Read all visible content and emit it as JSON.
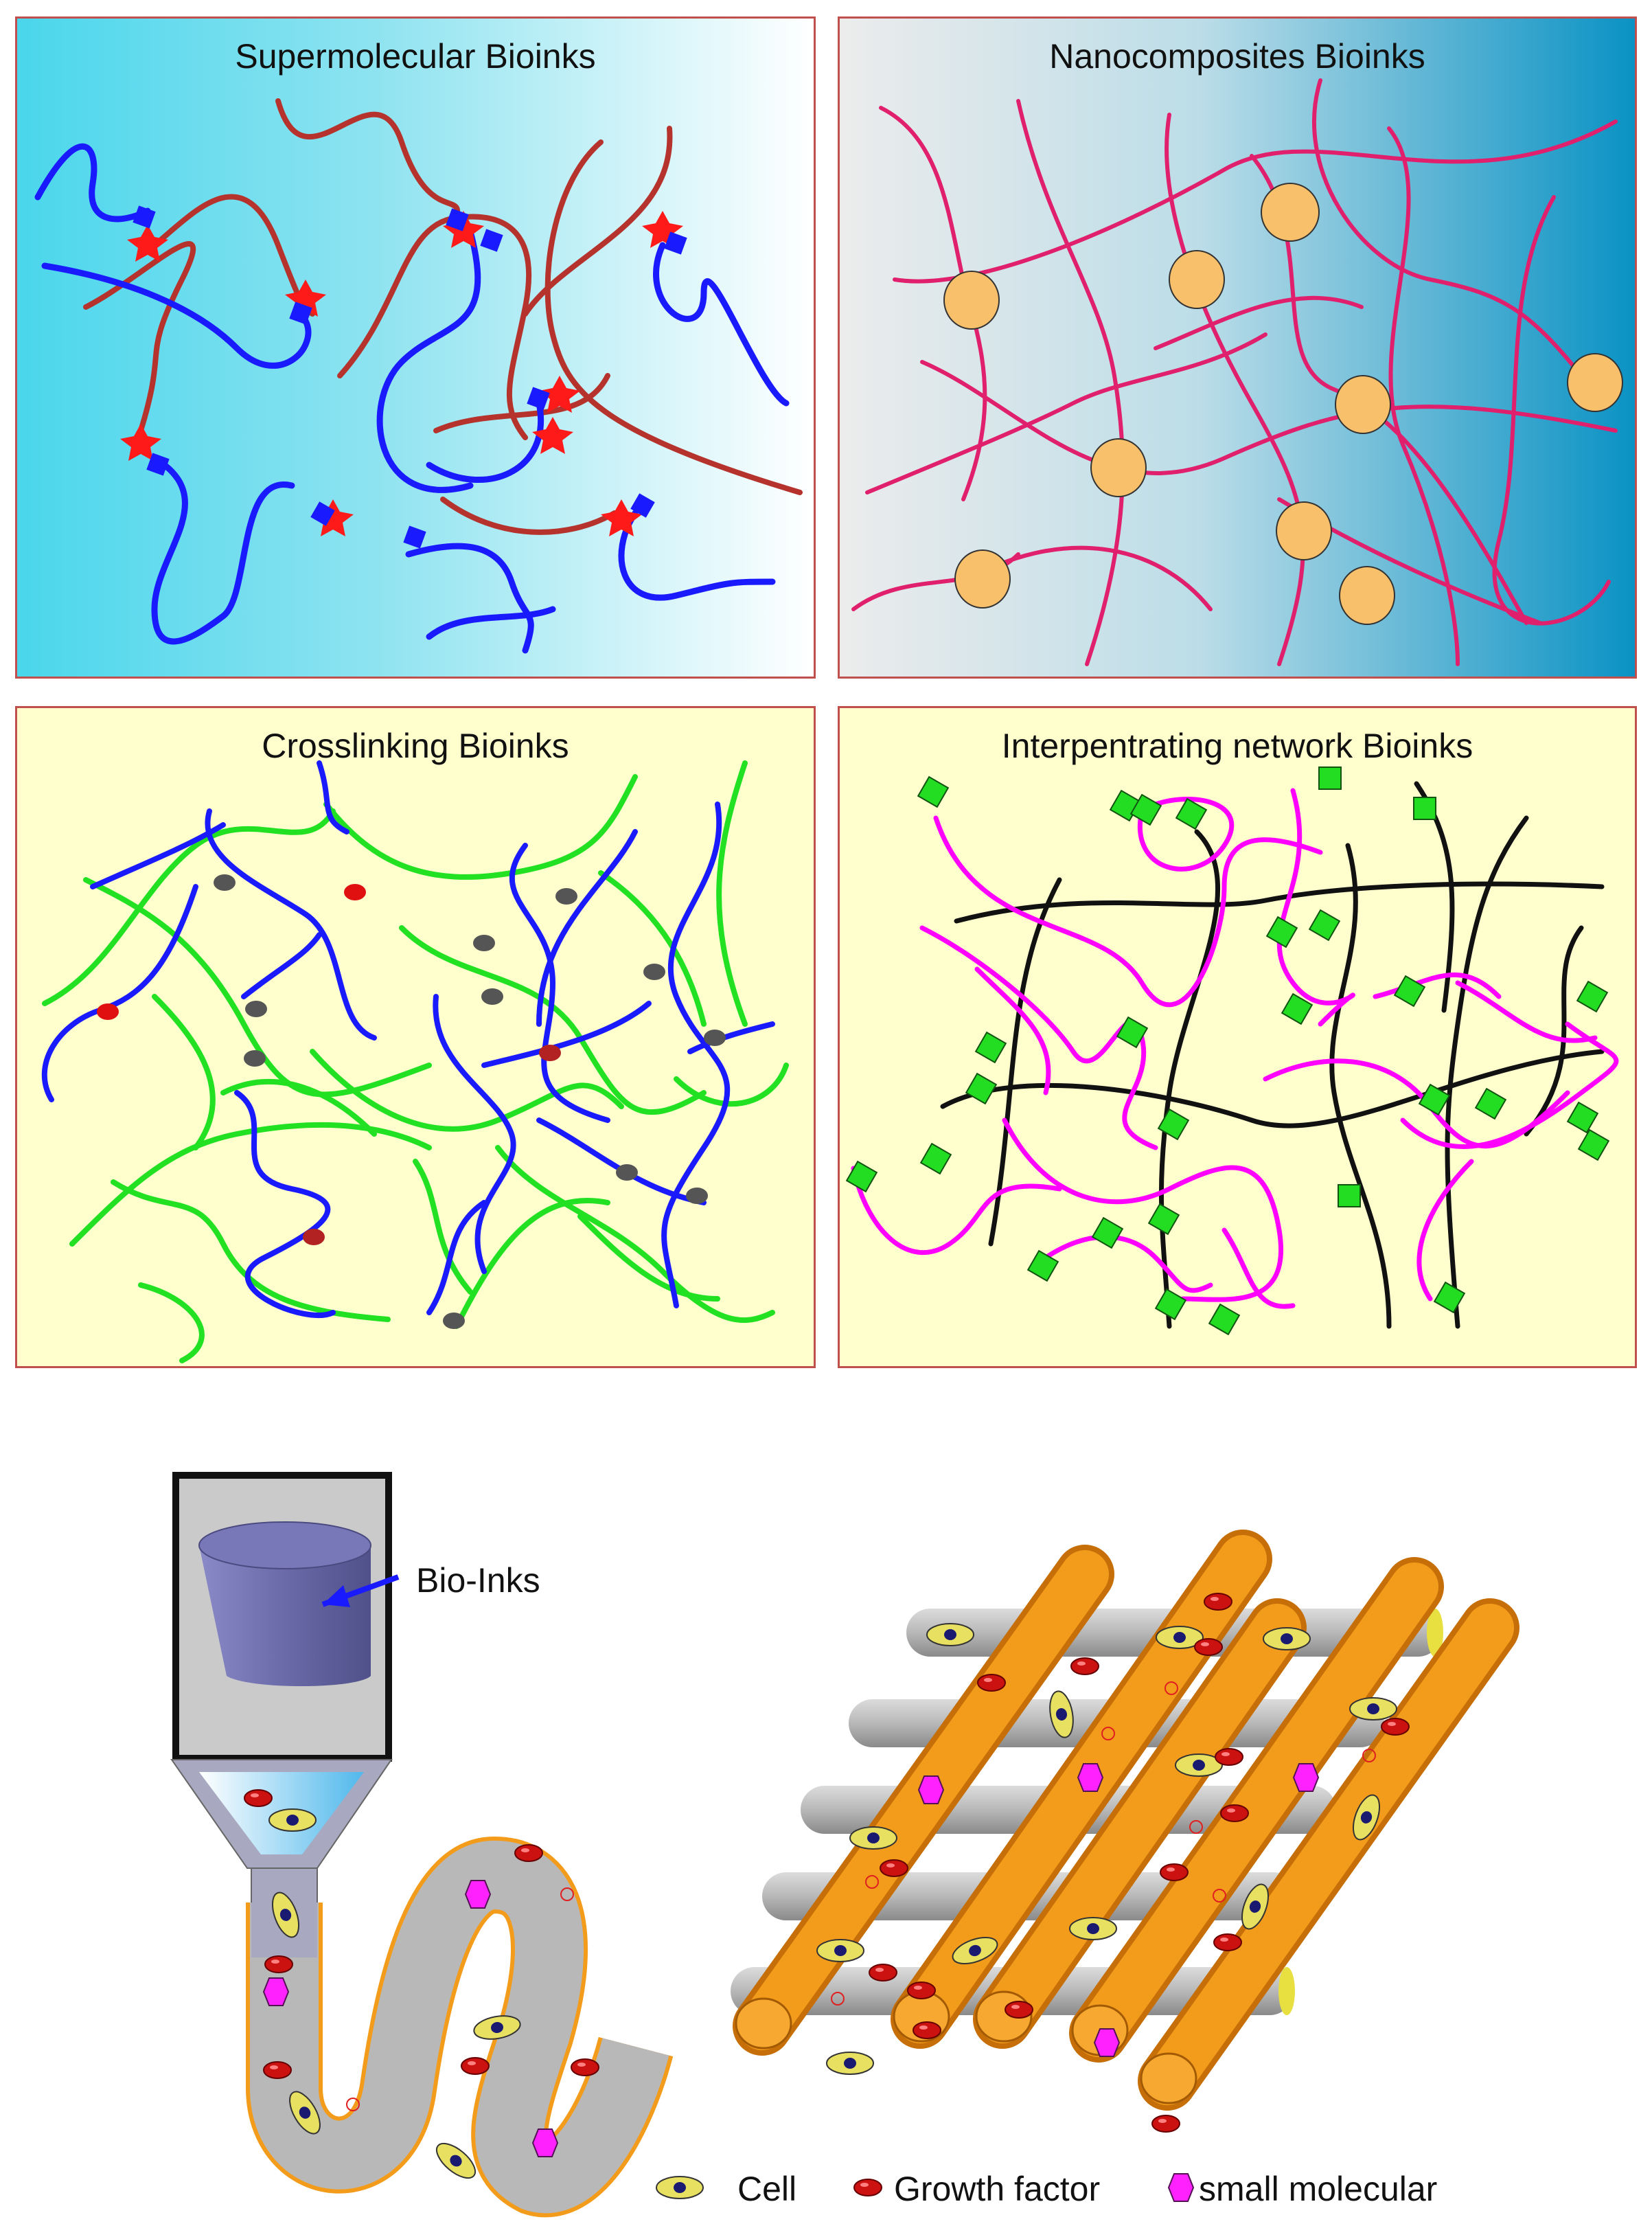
{
  "panels": {
    "supramolecular": {
      "title": "Supermolecular Bioinks"
    },
    "nanocomposites": {
      "title": "Nanocomposites Bioinks"
    },
    "crosslinking": {
      "title": "Crosslinking Bioinks"
    },
    "interpenetrating": {
      "title": "Interpentrating network Bioinks"
    }
  },
  "printer": {
    "label": "Bio-Inks"
  },
  "legend": {
    "cell": "Cell",
    "growth_factor": "Growth factor",
    "small_molecular": "small molecular"
  },
  "colors": {
    "panel_border": "#c0504d",
    "blue_chain": "#1a1aff",
    "red_chain": "#b5332c",
    "pink_chain": "#e0206c",
    "nanoparticle": "#f8c06a",
    "green_chain": "#22e022",
    "magenta_chain": "#ff00ff",
    "green_square": "#22dd22",
    "rod_orange": "#f39c1c",
    "rod_gray": "#b8b8b8",
    "cell_fill": "#e8e060",
    "growth_factor": "#cc1111",
    "small_molecule": "#ff22ff"
  }
}
